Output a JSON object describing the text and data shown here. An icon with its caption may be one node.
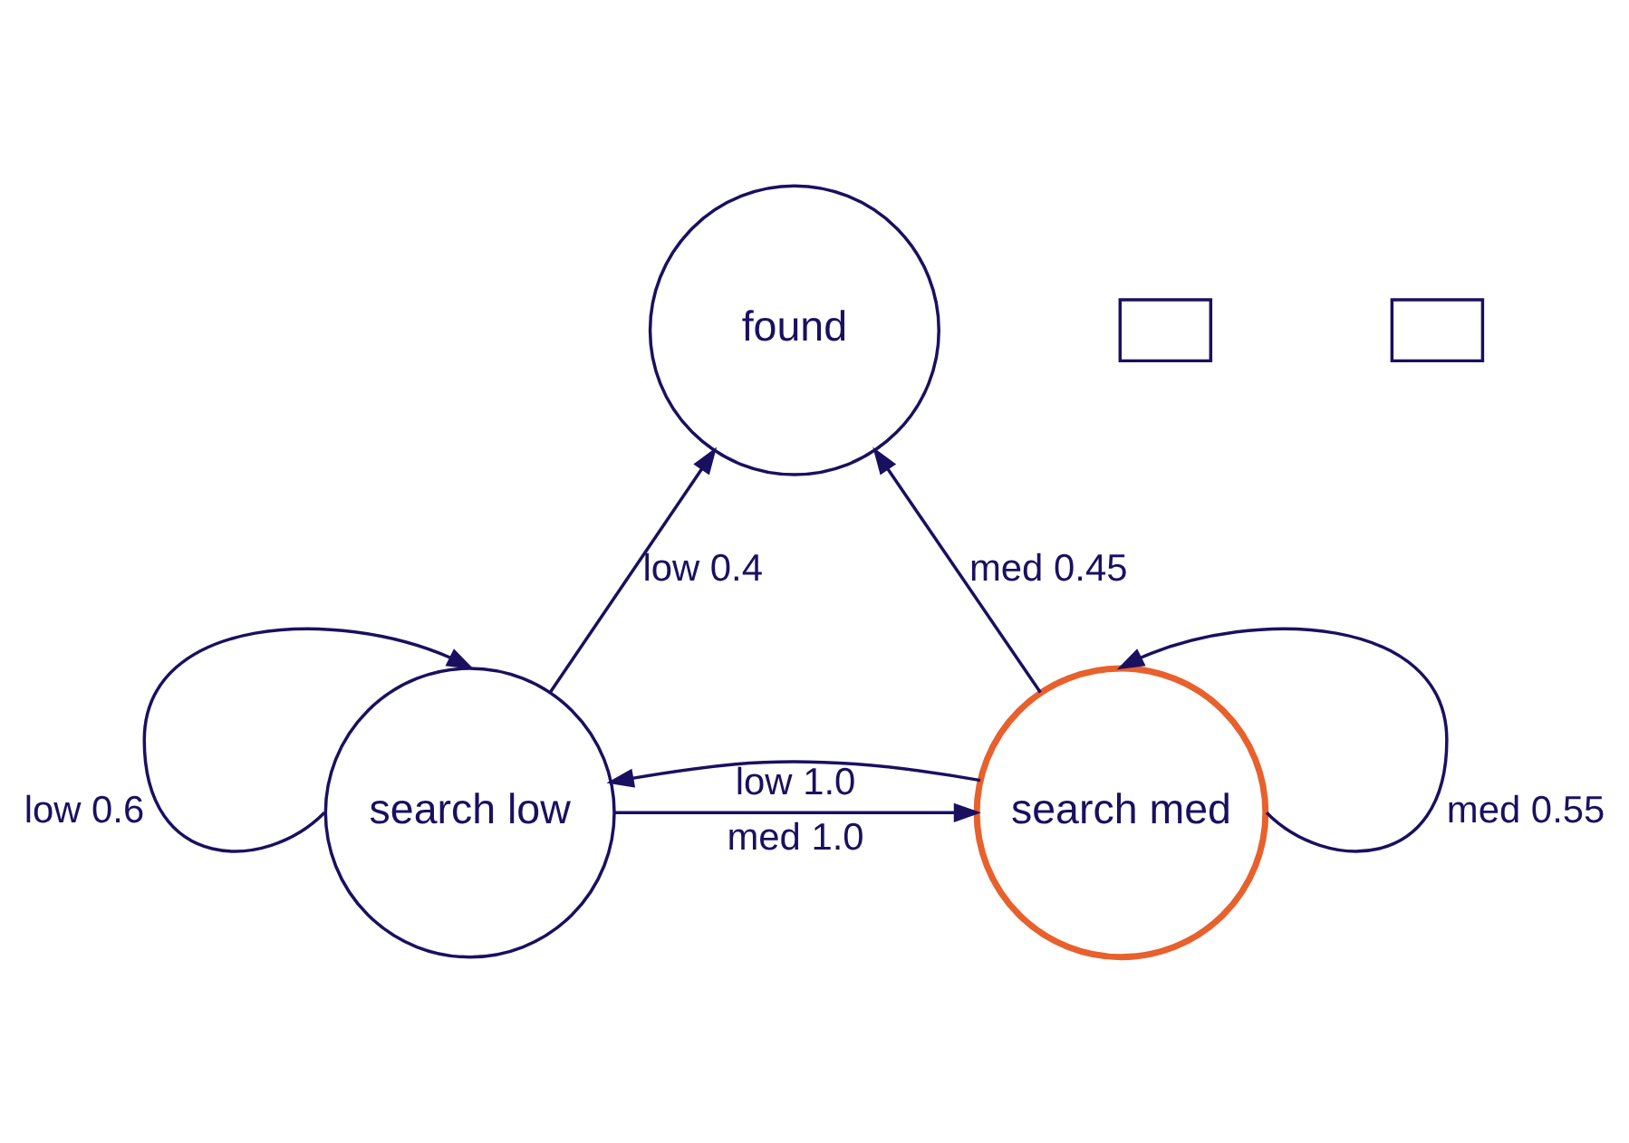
{
  "diagram": {
    "nodes": [
      {
        "text": [
          "found"
        ]
      },
      {
        "text": [
          "search low"
        ]
      },
      {
        "text": [
          "search med"
        ]
      },
      {
        "text": [],
        "shape": "box"
      },
      {
        "text": [],
        "shape": "box"
      }
    ],
    "edges": [
      {
        "from": 1,
        "to": 0,
        "arrow": "to",
        "label": "low 0.4"
      },
      {
        "from": 2,
        "to": 0,
        "arrow": "to",
        "label": "med 0.45"
      },
      {
        "from": 1,
        "to": 1,
        "arrow": "to",
        "label": "low 0.6"
      },
      {
        "from": 1,
        "to": 2,
        "arrow": "to",
        "label": "med 1.0"
      },
      {
        "from": 2,
        "to": 2,
        "arrow": "to",
        "label": "med 0.55"
      },
      {
        "from": 2,
        "to": 1,
        "arrow": "to",
        "label": "low 1.0"
      }
    ]
  }
}
